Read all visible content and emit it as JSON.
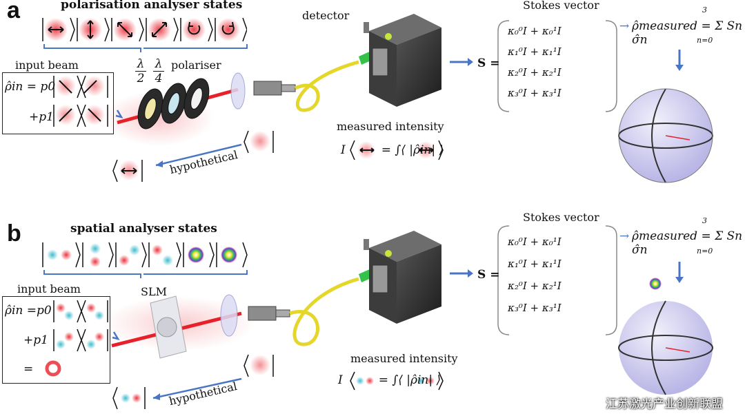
{
  "panel_a": {
    "letter": "a",
    "analyser_title": "polarisation analyser states",
    "input_beam_label": "input beam",
    "rho_in_line1": "ρ̂in = p0",
    "rho_in_line2": "+p1",
    "lambda_2_num": "λ",
    "lambda_2_den": "2",
    "lambda_4_num": "λ",
    "lambda_4_den": "4",
    "polariser_label": "polariser",
    "detector_label": "detector",
    "measured_intensity_label": "measured intensity",
    "hypothetical_label": "hypothetical",
    "stokes_label": "Stokes vector",
    "S_label": "S =",
    "rho_measured": "ρ̂measured = Σ Sn σ̂n",
    "sum_top": "3",
    "sum_bottom": "n=0",
    "stokes_rows": [
      "κ₀⁰I + κ₀¹I",
      "κ₁⁰I + κ₁¹I",
      "κ₂⁰I + κ₂¹I",
      "κ₃⁰I + κ₃¹I"
    ],
    "intensity_formula_lhs": "I",
    "intensity_formula_rhs": "= ∫⟨ |ρ̂in| ⟩"
  },
  "panel_b": {
    "letter": "b",
    "analyser_title": "spatial analyser states",
    "input_beam_label": "input beam",
    "rho_in_line1": "ρ̂in =p0",
    "rho_in_line2": "+p1",
    "rho_in_line3": "=",
    "slm_label": "SLM",
    "measured_intensity_label": "measured intensity",
    "hypothetical_label": "hypothetical",
    "stokes_label": "Stokes vector",
    "S_label": "S =",
    "rho_measured": "ρ̂measured = Σ Sn σ̂n",
    "sum_top": "3",
    "sum_bottom": "n=0",
    "stokes_rows": [
      "κ₀⁰I + κ₀¹I",
      "κ₁⁰I + κ₁¹I",
      "κ₂⁰I + κ₂¹I",
      "κ₃⁰I + κ₃¹I"
    ],
    "intensity_formula_lhs": "I",
    "intensity_formula_rhs": "= ∫⟨ |ρ̂in| ⟩"
  },
  "watermark": "江苏激光产业创新联盟",
  "colors": {
    "accent_blue": "#4a74c4",
    "beam_red": "#e8202a",
    "fiber_yellow": "#e5d72a",
    "connector_green": "#35c24a",
    "sphere": "#c9c6ee"
  }
}
